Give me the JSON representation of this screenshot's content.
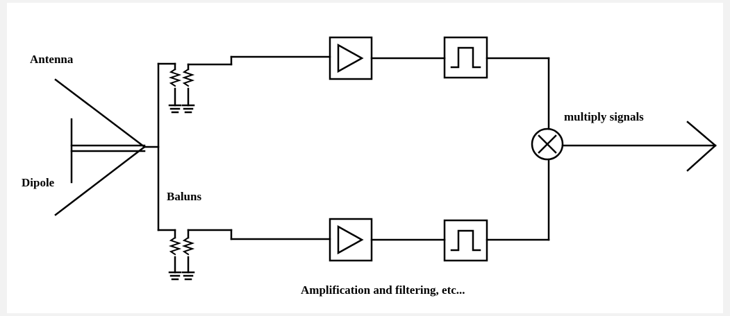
{
  "labels": {
    "antenna": "Antenna",
    "dipole": "Dipole",
    "baluns": "Baluns",
    "multiply": "multiply signals",
    "amplification": "Amplification and filtering, etc..."
  },
  "colors": {
    "stroke": "#000000",
    "background": "#ffffff",
    "border": "#f2f2f2"
  },
  "components": {
    "top_chain": [
      "balun",
      "amplifier-icon",
      "bandpass-filter-icon"
    ],
    "bottom_chain": [
      "balun",
      "amplifier-icon",
      "bandpass-filter-icon"
    ],
    "combiner": "mixer-icon",
    "output": "output-arrow-icon"
  }
}
